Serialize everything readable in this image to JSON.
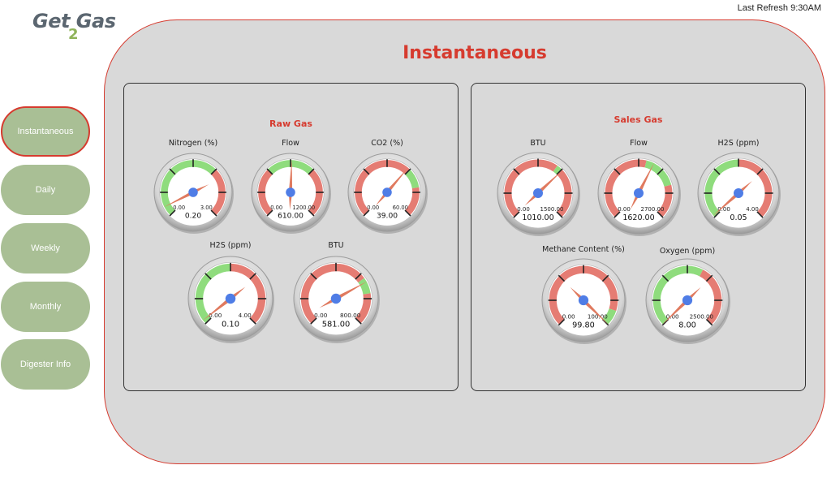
{
  "logo": {
    "main": "Get Gas",
    "two": "2",
    "tagline": ""
  },
  "header": {
    "last_refresh": "Last Refresh 9:30AM"
  },
  "nav": {
    "items": [
      {
        "label": "Instantaneous",
        "active": true
      },
      {
        "label": "Daily",
        "active": false
      },
      {
        "label": "Weekly",
        "active": false
      },
      {
        "label": "Monthly",
        "active": false
      },
      {
        "label": "Digester Info",
        "active": false
      }
    ]
  },
  "main": {
    "title": "Instantaneous"
  },
  "colors": {
    "accent": "#d63b2f",
    "good": "#8fdc7d",
    "bad": "#e57c73",
    "needle": "#e07a5f",
    "hub": "#4f7de6"
  },
  "raw_gas": {
    "title": "Raw Gas",
    "gauges": [
      {
        "id": "raw-nitrogen",
        "label": "Nitrogen (%)",
        "min": "0.00",
        "max": "3.00",
        "value": "0.20",
        "fraction": 0.067,
        "green": [
          0,
          0.67
        ]
      },
      {
        "id": "raw-flow",
        "label": "Flow",
        "min": "0.00",
        "max": "1200.00",
        "value": "610.00",
        "fraction": 0.508,
        "green": [
          0.33,
          0.67
        ]
      },
      {
        "id": "raw-co2",
        "label": "CO2 (%)",
        "min": "0.00",
        "max": "60.00",
        "value": "39.00",
        "fraction": 0.65,
        "green": [
          0.67,
          0.8
        ]
      },
      {
        "id": "raw-h2s",
        "label": "H2S (ppm)",
        "min": "0.00",
        "max": "4.00",
        "value": "0.10",
        "fraction": 0.025,
        "green": [
          0,
          0.5
        ]
      },
      {
        "id": "raw-btu",
        "label": "BTU",
        "min": "0.00",
        "max": "800.00",
        "value": "581.00",
        "fraction": 0.726,
        "green": [
          0.7,
          0.8
        ]
      }
    ]
  },
  "sales_gas": {
    "title": "Sales Gas",
    "gauges": [
      {
        "id": "sales-btu",
        "label": "BTU",
        "min": "0.00",
        "max": "1500.00",
        "value": "1010.00",
        "fraction": 0.673,
        "green": [
          0.63,
          0.67
        ]
      },
      {
        "id": "sales-flow",
        "label": "Flow",
        "min": "0.00",
        "max": "2700.00",
        "value": "1620.00",
        "fraction": 0.6,
        "green": [
          0.55,
          0.78
        ]
      },
      {
        "id": "sales-h2s",
        "label": "H2S (ppm)",
        "min": "0.00",
        "max": "4.00",
        "value": "0.05",
        "fraction": 0.0125,
        "green": [
          0,
          0.5
        ]
      },
      {
        "id": "sales-methane",
        "label": "Methane Content (%)",
        "min": "0.00",
        "max": "100.00",
        "value": "99.80",
        "fraction": 0.998,
        "green": [
          0.9,
          1.0
        ]
      },
      {
        "id": "sales-oxygen",
        "label": "Oxygen (ppm)",
        "min": "0.00",
        "max": "2500.00",
        "value": "8.00",
        "fraction": 0.003,
        "green": [
          0,
          0.6
        ]
      }
    ]
  }
}
